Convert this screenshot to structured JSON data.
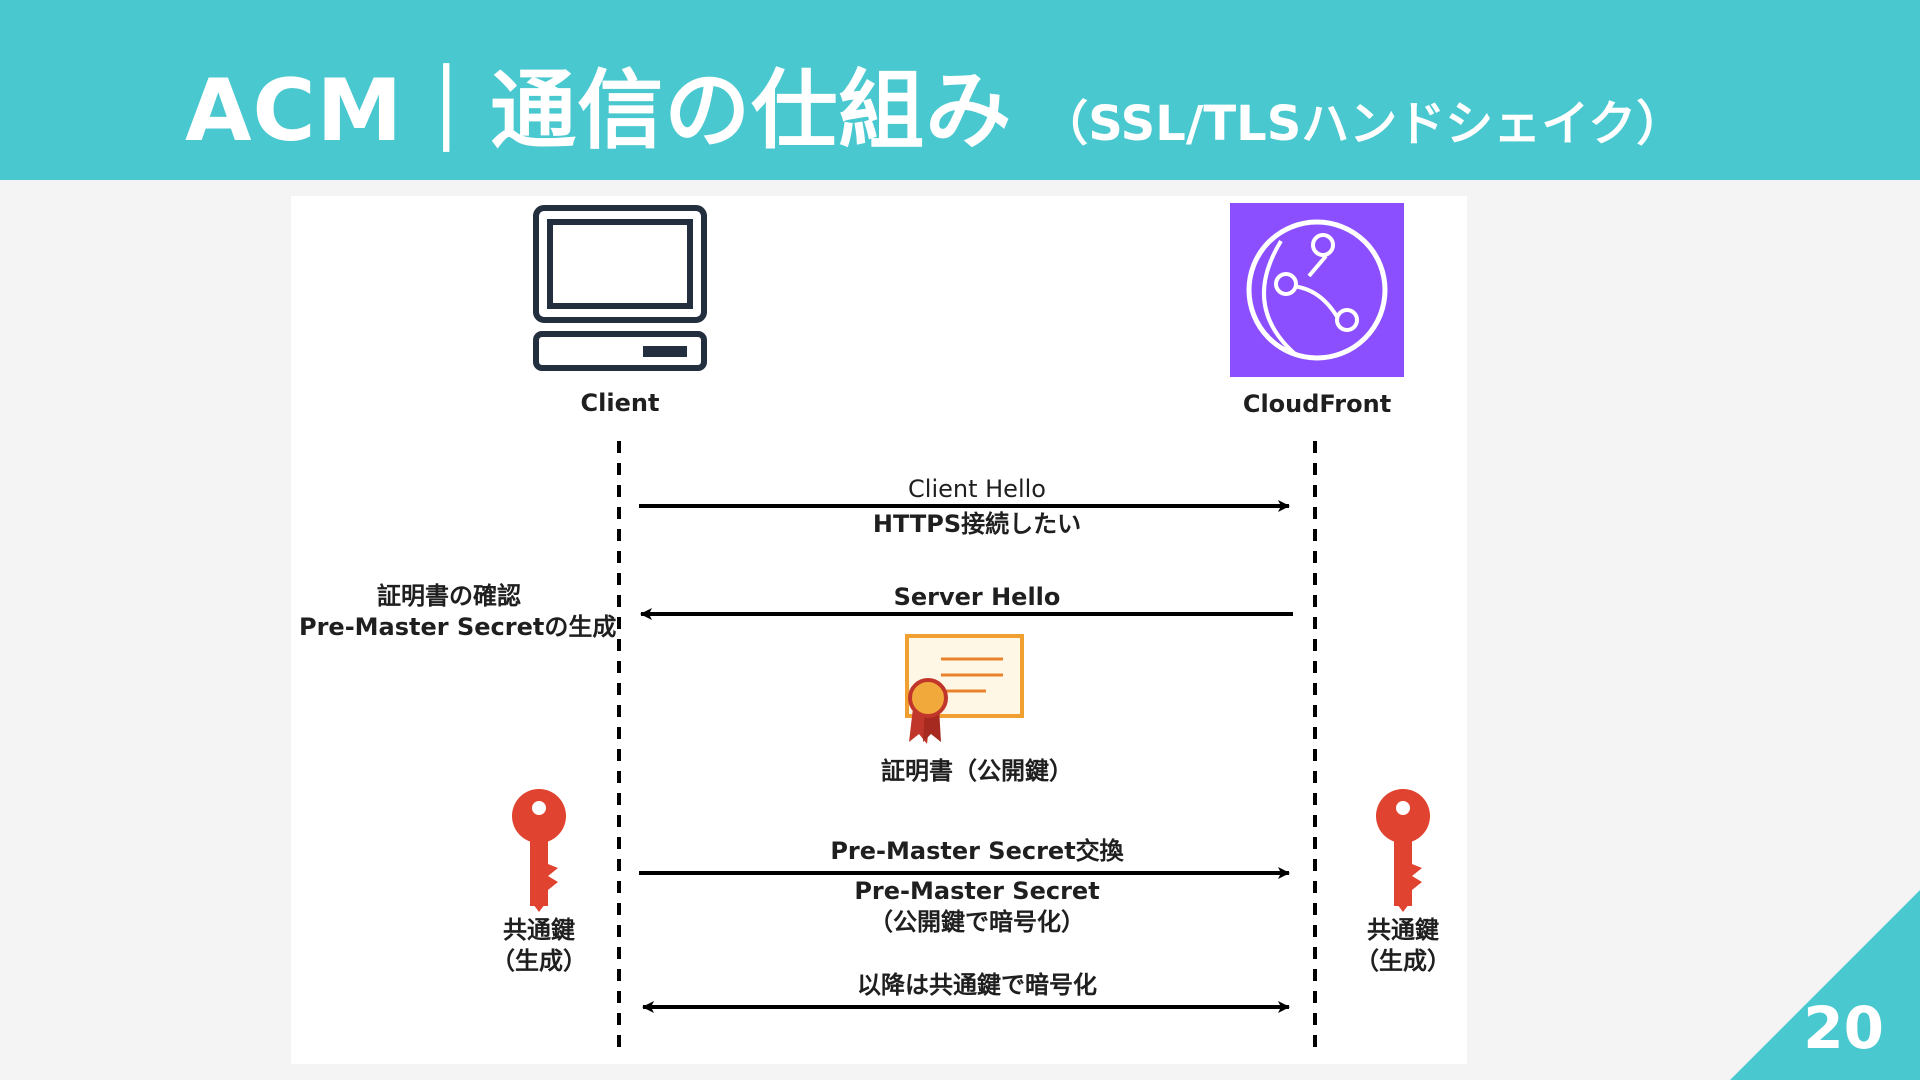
{
  "header": {
    "title": "ACM｜通信の仕組み",
    "subtitle": "（SSL/TLSハンドシェイク）"
  },
  "diagram": {
    "client_label": "Client",
    "cloudfront_label": "CloudFront",
    "msg1_top": "Client Hello",
    "msg1_bottom": "HTTPS接続したい",
    "msg2_top": "Server Hello",
    "cert_label": "証明書（公開鍵）",
    "client_note_line1": "証明書の確認",
    "client_note_line2": "Pre-Master Secretの生成",
    "msg3_top": "Pre-Master Secret交換",
    "msg3_bottom_line1": "Pre-Master Secret",
    "msg3_bottom_line2": "（公開鍵で暗号化）",
    "msg4_top": "以降は共通鍵で暗号化",
    "left_key_line1": "共通鍵",
    "left_key_line2": "（生成）",
    "right_key_line1": "共通鍵",
    "right_key_line2": "（生成）",
    "icons": [
      "computer-icon",
      "cloudfront-icon",
      "certificate-icon",
      "key-icon"
    ],
    "colors": {
      "header": "#4ac8d0",
      "cloudfront": "#8c4fff",
      "certificate": "#f0a030",
      "key": "#e0432f"
    }
  },
  "page_number": "20"
}
